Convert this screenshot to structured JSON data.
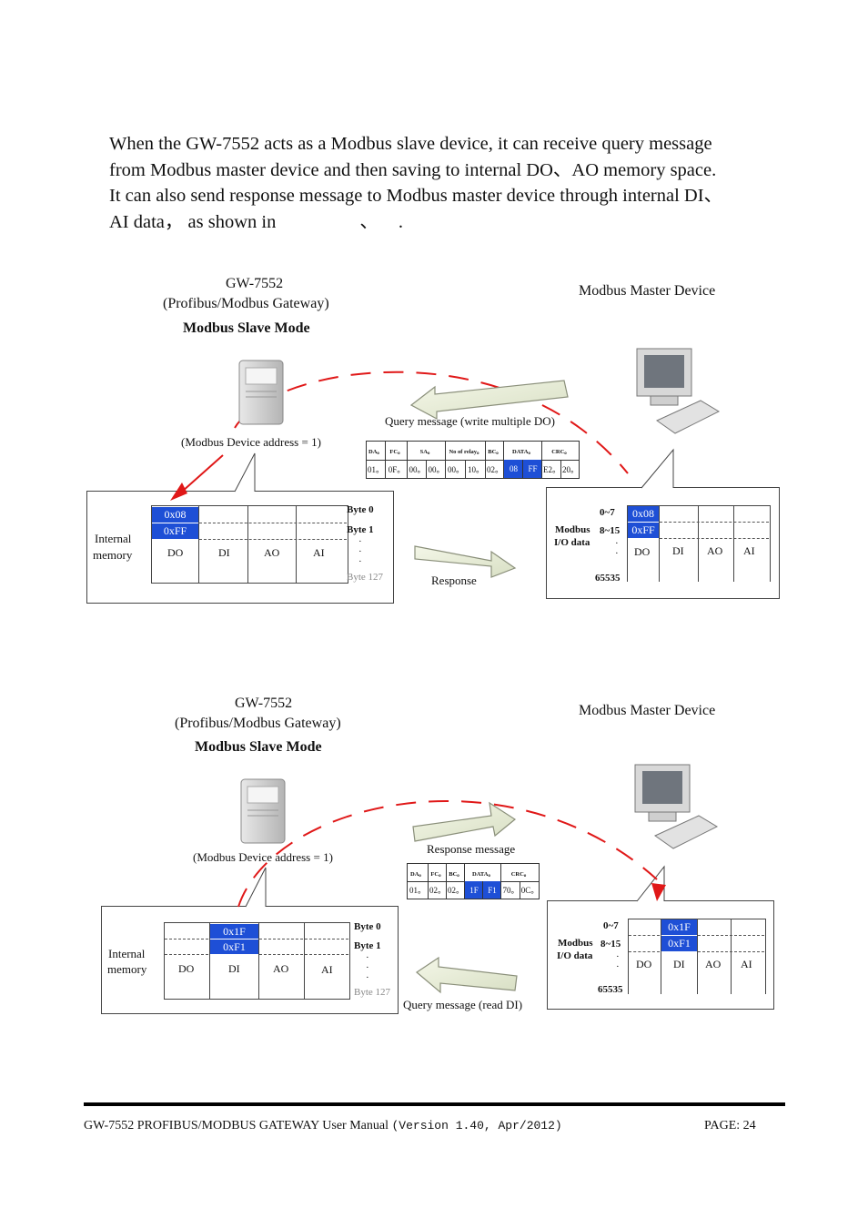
{
  "paragraph": {
    "line1": "When the GW-7552 acts as a Modbus slave device, it can receive query message",
    "line2": "from Modbus master device and then saving to internal DO、AO memory space.",
    "line3": "It can also send response message to Modbus master device through internal DI、",
    "line4a": "AI data， as shown in",
    "line4b": "、",
    "line4c": "."
  },
  "diagram1": {
    "gw_title": "GW-7552",
    "gw_subtitle": "(Profibus/Modbus Gateway)",
    "mode": "Modbus Slave Mode",
    "master": "Modbus Master Device",
    "device_addr": "(Modbus Device address = 1)",
    "query_label": "Query message (write multiple DO)",
    "response_label": "Response",
    "packet_headers": [
      "DA。",
      "FC。",
      "SA。",
      "No of relay。",
      "BC。",
      "DATA。",
      "CRC。"
    ],
    "packet_values": [
      "01。",
      "0F。",
      "00。",
      "00。",
      "00。",
      "10。",
      "02。",
      "08",
      "FF",
      "E2。",
      "20。"
    ],
    "internal_label1": "Internal",
    "internal_label2": "memory",
    "cells": [
      "0x08",
      "0xFF"
    ],
    "cols": [
      "DO",
      "DI",
      "AO",
      "AI"
    ],
    "byte0": "Byte 0",
    "byte1": "Byte 1",
    "byte127": "Byte 127",
    "io_label1": "Modbus",
    "io_label2": "I/O data",
    "range1": "0~7",
    "range2": "8~15",
    "range_end": "65535",
    "io_cells": [
      "0x08",
      "0xFF"
    ]
  },
  "diagram2": {
    "gw_title": "GW-7552",
    "gw_subtitle": "(Profibus/Modbus Gateway)",
    "mode": "Modbus Slave Mode",
    "master": "Modbus Master Device",
    "device_addr": "(Modbus Device address = 1)",
    "response_label": "Response message",
    "query_label": "Query message (read DI)",
    "packet_headers": [
      "DA。",
      "FC。",
      "BC。",
      "DATA。",
      "CRC。"
    ],
    "packet_values": [
      "01。",
      "02。",
      "02。",
      "1F",
      "F1",
      "70。",
      "0C。"
    ],
    "internal_label1": "Internal",
    "internal_label2": "memory",
    "cells": [
      "0x1F",
      "0xF1"
    ],
    "cols": [
      "DO",
      "DI",
      "AO",
      "AI"
    ],
    "byte0": "Byte 0",
    "byte1": "Byte 1",
    "byte127": "Byte 127",
    "io_label1": "Modbus",
    "io_label2": "I/O data",
    "range1": "0~7",
    "range2": "8~15",
    "range_end": "65535",
    "io_cells": [
      "0x1F",
      "0xF1"
    ]
  },
  "footer": {
    "title": "GW-7552 PROFIBUS/MODBUS GATEWAY User Manual",
    "version": "(Version 1.40, Apr/2012)",
    "page": "PAGE: 24"
  },
  "colors": {
    "highlight": "#1e4fd6",
    "arc": "#e01818"
  }
}
